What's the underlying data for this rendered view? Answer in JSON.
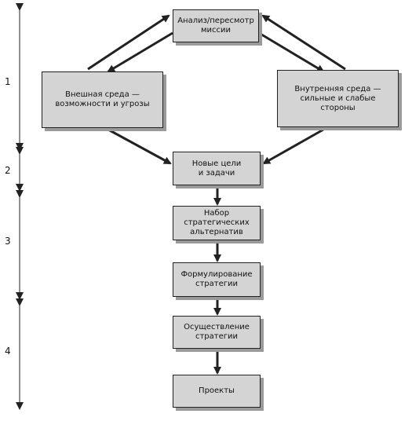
{
  "boxes": {
    "mission": [
      "Анализ/пересмотр",
      "миссии"
    ],
    "external": [
      "Внешная среда —",
      "возможности и угрозы"
    ],
    "internal": [
      "Внутренняя среда —",
      "сильные и слабые",
      "стороны"
    ],
    "goals": [
      "Новые цели",
      "и задачи"
    ],
    "alternatives": [
      "Набор",
      "стратегических",
      "альтернатив"
    ],
    "formulation": [
      "Формулирование",
      "стратегии"
    ],
    "implementation": [
      "Осуществление",
      "стратегии"
    ],
    "projects": [
      "Проекты"
    ]
  },
  "phases": [
    "1",
    "2",
    "3",
    "4"
  ],
  "colors": {
    "box_fill": "#d4d4d4",
    "line": "#222222",
    "shadow": "#9a9a9a"
  }
}
